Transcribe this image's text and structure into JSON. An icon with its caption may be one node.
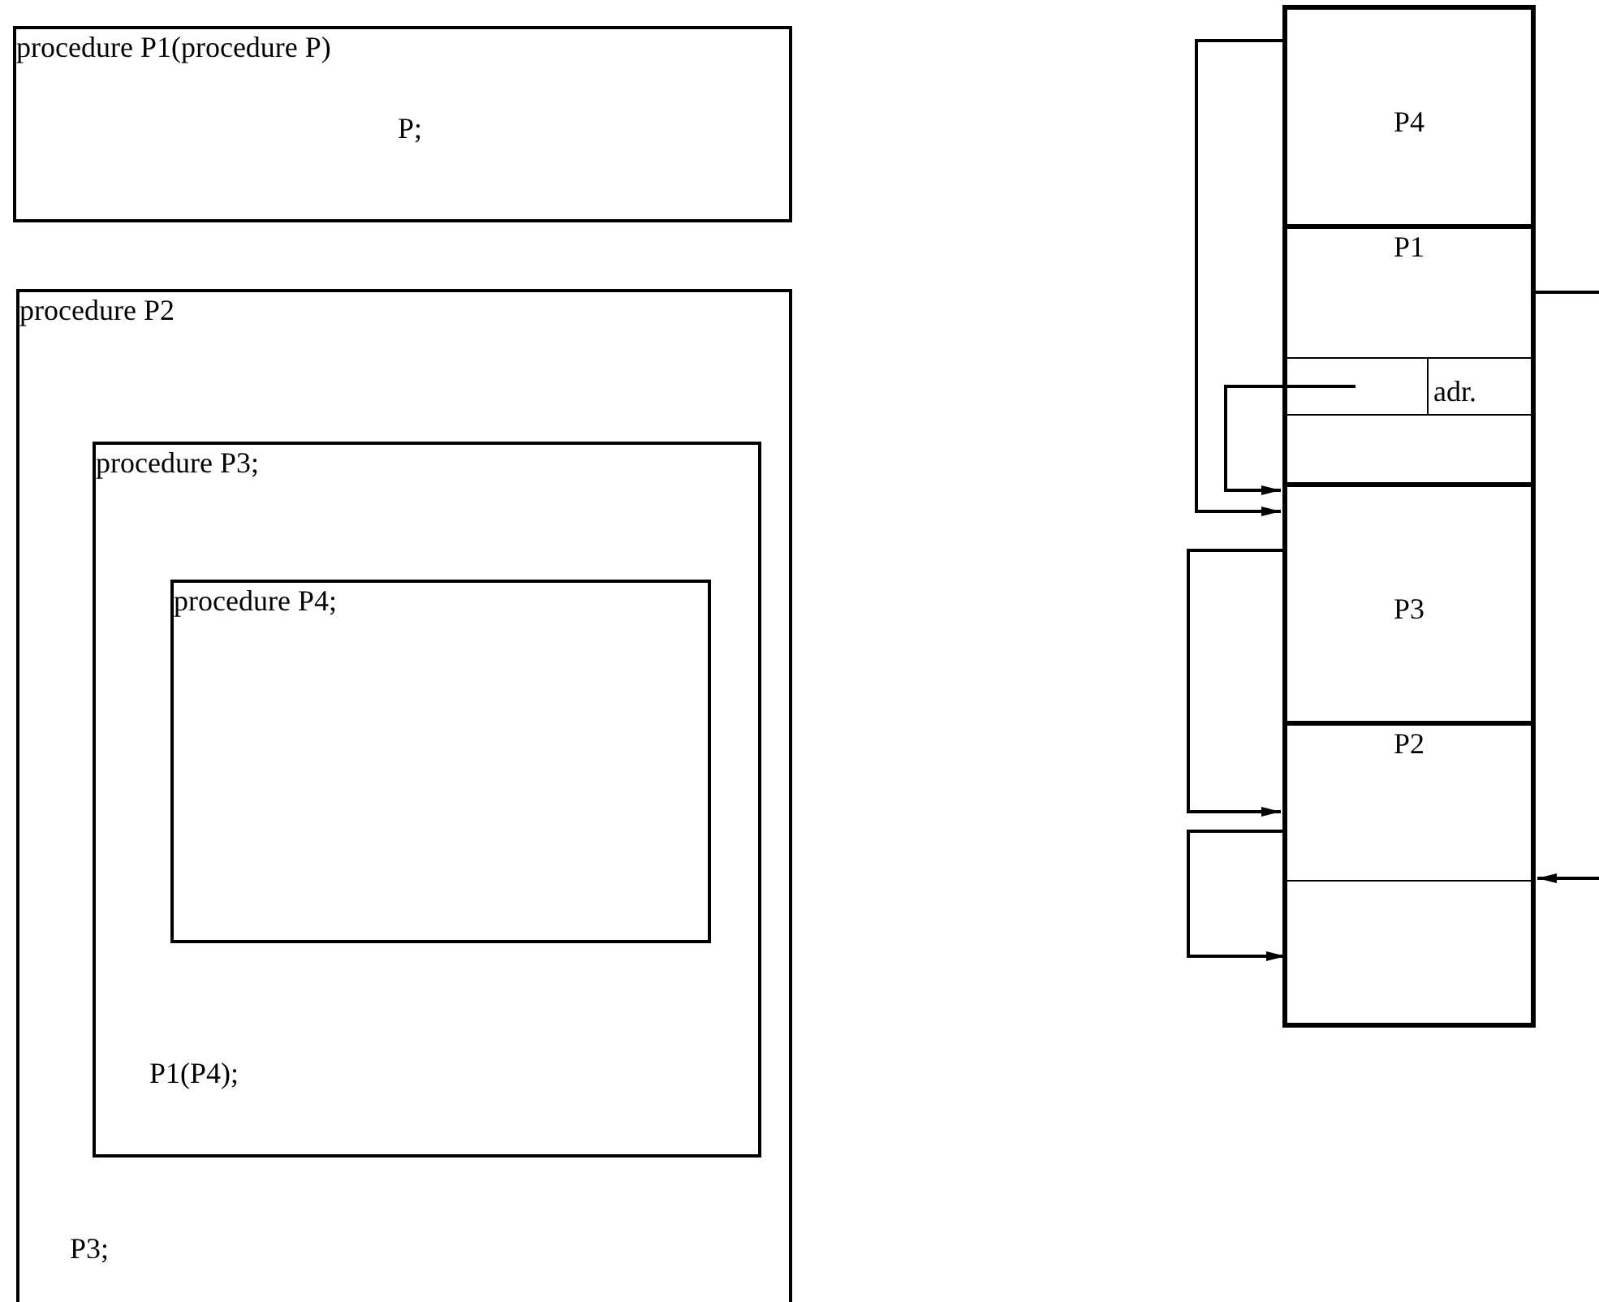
{
  "diagram": {
    "nodes": [
      {
        "text": [
          "procedure P1(procedure P)",
          "P;"
        ]
      },
      {
        "text": [
          "procedure P2",
          "P3;"
        ]
      },
      {
        "text": [
          "procedure P3;",
          "P1(P4);"
        ],
        "in": 1
      },
      {
        "text": [
          "procedure P4;"
        ],
        "in": 2
      },
      {
        "text": [
          "P4"
        ]
      },
      {
        "text": [
          "P1"
        ]
      },
      {
        "text": [
          "adr."
        ],
        "in": 5
      },
      {
        "text": [],
        "shape": "box",
        "in": 5
      },
      {
        "text": [
          "P3"
        ]
      },
      {
        "text": [
          "P2"
        ]
      },
      {
        "text": [],
        "shape": "box",
        "in": 9
      }
    ],
    "edges": [
      {
        "from": 4,
        "to": 8,
        "arrow": "to"
      },
      {
        "from": 7,
        "to": 8,
        "arrow": "to"
      },
      {
        "from": 8,
        "to": 9,
        "arrow": "to"
      },
      {
        "from": 9,
        "to": 10,
        "arrow": "to"
      },
      {
        "from": 5,
        "to": null,
        "arrow": "none"
      },
      {
        "from": null,
        "to": 9,
        "arrow": "to"
      }
    ]
  }
}
